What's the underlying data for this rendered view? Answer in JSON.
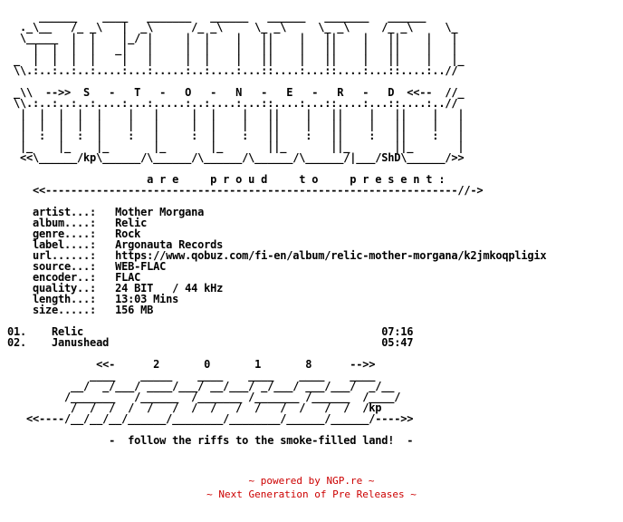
{
  "nfo_lines": [
    "     ______    ____   _______   ______   ______   _______   ______",
    "  ._\\__   /_ _\\   |  _\\      /_ _\\     \\_ _\\     \\_ _\\     /_ _\\     \\_",
    "  \\_____  |  |    |_/ |     |  |    |   ||    |   ||    |   ||    |   |",
    "    |  |  |  |   _|   |     |  |    |   ||    |   ||    |   ||    |   |",
    " _  |  |  |  |    |   |     |  |    |   ||    |   ||    |   ||    |   |_",
    " \\\\.:..:..:..:....:...:.....:..:....:...::....:...::....:...::....:..//",
    "",
    " _\\\\  -->>  S   -   T   -   O   -   N   -   E   -   R   -   D  <<--  //_",
    " \\\\.:..:..:..:....:...:.....:..:....:...::....:...::....:...::....:..//",
    "  |  |  |  |  |    |   |     |  |    |   ||    |   ||    |   ||    |   |",
    "  |  |  |  |  |    |   |     |  |    |   ||    |   ||    |   ||    |   |",
    "  |  :  |  :  |    :   |     :  |    :   ||    :   ||    :   ||    :   |",
    "  |_    |_    |_       |_       |_       ||_       ||_       ||_       |",
    "  <<\\______/kp\\______/\\______/\\______/\\______/\\______/|___/ShD\\______/>>",
    "",
    "                      a r e     p r o u d     t o     p r e s e n t :",
    "    <<-----------------------------------------------------------------//->",
    "",
    "    artist...:   Mother Morgana",
    "    album....:   Relic",
    "    genre....:   Rock",
    "    label....:   Argonauta Records",
    "    url......:   https://www.qobuz.com/fi-en/album/relic-mother-morgana/k2jmkoqpligix",
    "    source...:   WEB-FLAC",
    "    encoder..:   FLAC",
    "    quality..:   24 BIT   / 44 kHz",
    "    length...:   13:03 Mins",
    "    size.....:   156 MB",
    "",
    "01.    Relic                                               07:16",
    "02.    Janushead                                           05:47",
    "",
    "              <<-      2       0       1       8      -->>",
    "             ____    _____    ____    ____    ____    ____",
    "          __/  _/___/ ____/___/ __/___/ _/___/ ___/___/  _/__",
    "         /_______   /______  /_______ /_______ /______  /____/",
    "          /  /  /  /  /   /  /  /   /  /   /  /   /  /  /kp",
    "   <<----/__/__/__/______/________/________/______/______/---->>",
    "",
    "                -  follow the riffs to the smoke-filled land!  -"
  ],
  "footer": {
    "line1": "~ powered by NGP.re ~",
    "line2": "~ Next Generation of Pre Releases ~"
  },
  "colors": {
    "text": "#000000",
    "footer": "#cc0000",
    "background": "#ffffff"
  }
}
